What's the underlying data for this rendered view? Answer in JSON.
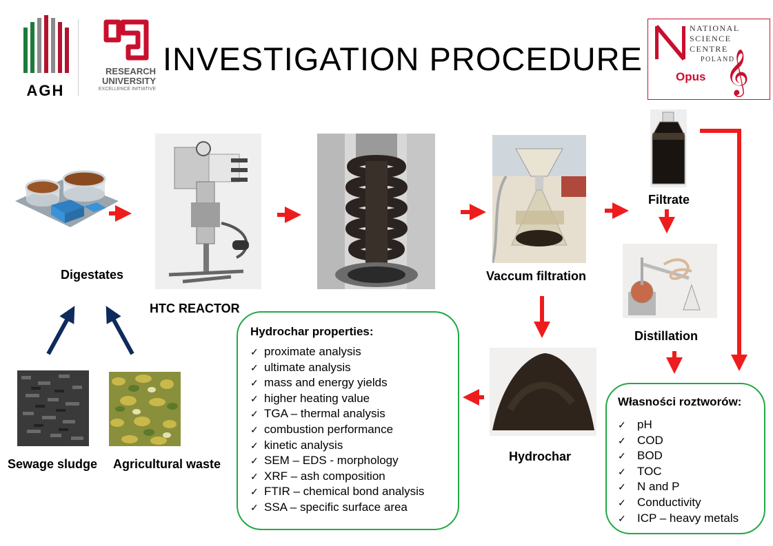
{
  "header": {
    "title": "INVESTIGATION PROCEDURE",
    "agh_logo_text": "AGH",
    "research_logo_line1": "RESEARCH",
    "research_logo_line2": "UNIVERSITY",
    "research_logo_line3": "EXCELLENCE INITIATIVE",
    "ncn_line1": "NATIONAL",
    "ncn_line2": "SCIENCE",
    "ncn_line3": "CENTRE",
    "ncn_line4": "POLAND",
    "ncn_opus": "Opus"
  },
  "labels": {
    "digestates": "Digestates",
    "htc_reactor": "HTC REACTOR",
    "vacuum_filtration": "Vaccum filtration",
    "filtrate": "Filtrate",
    "distillation": "Distillation",
    "hydrochar": "Hydrochar",
    "sewage_sludge": "Sewage sludge",
    "agricultural_waste": "Agricultural waste"
  },
  "hydrochar_box": {
    "title": "Hydrochar properties:",
    "items": [
      "proximate analysis",
      "ultimate analysis",
      "mass and energy yields",
      "higher heating value",
      "TGA – thermal analysis",
      "combustion performance",
      "kinetic analysis",
      "SEM – EDS - morphology",
      "XRF – ash composition",
      "FTIR – chemical bond analysis",
      "SSA – specific surface area"
    ]
  },
  "solution_box": {
    "title": "Własności roztworów:",
    "items": [
      "pH",
      "COD",
      "BOD",
      "TOC",
      "N and P",
      "Conductivity",
      "ICP – heavy metals"
    ]
  },
  "colors": {
    "arrow_red": "#ee1c1c",
    "arrow_navy": "#0f2a5c",
    "box_green": "#22a845",
    "agh_green": "#1d7a3a",
    "agh_red": "#b2132e",
    "research_red": "#c8102e"
  }
}
